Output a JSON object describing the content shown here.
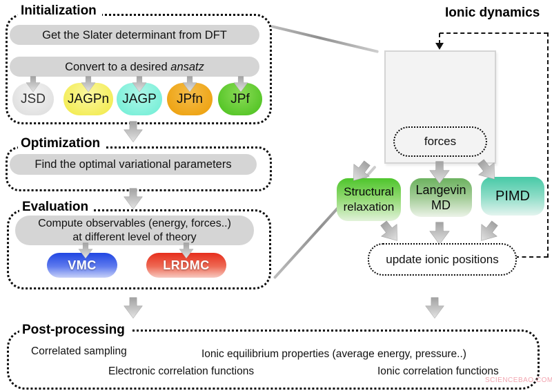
{
  "initialization": {
    "title": "Initialization",
    "step1": "Get the Slater determinant from DFT",
    "step2_prefix": "Convert to a desired ",
    "step2_em": "ansatz",
    "ansatz": [
      "JSD",
      "JAGPn",
      "JAGP",
      "JPfn",
      "JPf"
    ]
  },
  "optimization": {
    "title": "Optimization",
    "step": "Find the optimal variational parameters"
  },
  "evaluation": {
    "title": "Evaluation",
    "step_line1": "Compute observables (energy, forces..)",
    "step_line2": "at different level of theory",
    "methods": [
      "VMC",
      "LRDMC"
    ]
  },
  "ionic_dynamics": {
    "title": "Ionic dynamics",
    "forces": "forces",
    "methods": [
      "Structural relaxation",
      "Langevin MD",
      "PIMD"
    ],
    "update": "update ionic positions"
  },
  "post_processing": {
    "title": "Post-processing",
    "items": [
      "Correlated sampling",
      "Ionic equilibrium properties (average energy, pressure..)",
      "Electronic correlation functions",
      "Ionic correlation functions"
    ]
  },
  "watermark": "SCIENCEBAO.COM",
  "colors": {
    "step_bar": "#d5d5d5",
    "jsd": "#e4e4e4",
    "jagpn": "#f3ec55",
    "jagp": "#79efd8",
    "jpfn": "#eea312",
    "jpf": "#54c526",
    "vmc": "#2046e2",
    "lrdmc": "#e62e1c",
    "structural_relaxation": "#4ec52c",
    "langevin_md": "#6cb25f",
    "pimd": "#47c9a6",
    "arrow_silver": "#b5b5b5",
    "dash_line": "#111111"
  }
}
